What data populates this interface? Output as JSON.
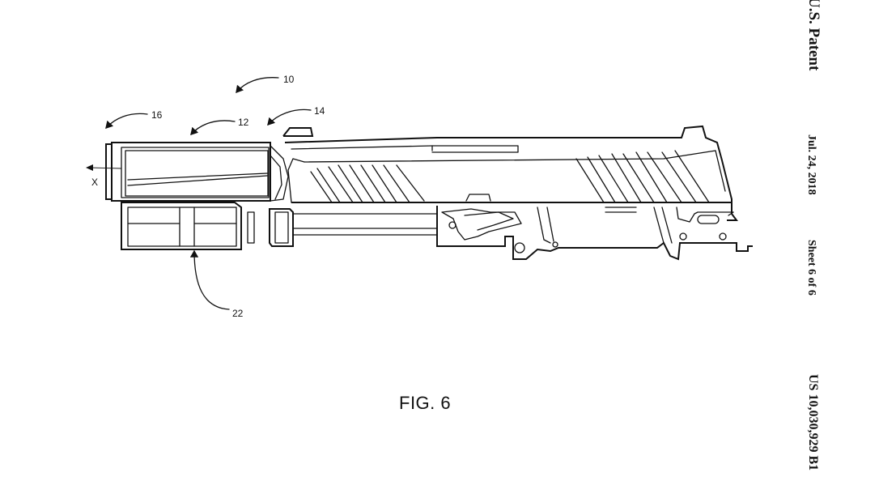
{
  "header": {
    "title": "U.S. Patent",
    "date": "Jul. 24, 2018",
    "sheet": "Sheet 6 of 6",
    "patent_number": "US 10,030,929 B1"
  },
  "figure": {
    "caption": "FIG. 6",
    "axis_label": "X",
    "reference_numerals": [
      "10",
      "16",
      "12",
      "14",
      "22"
    ]
  }
}
